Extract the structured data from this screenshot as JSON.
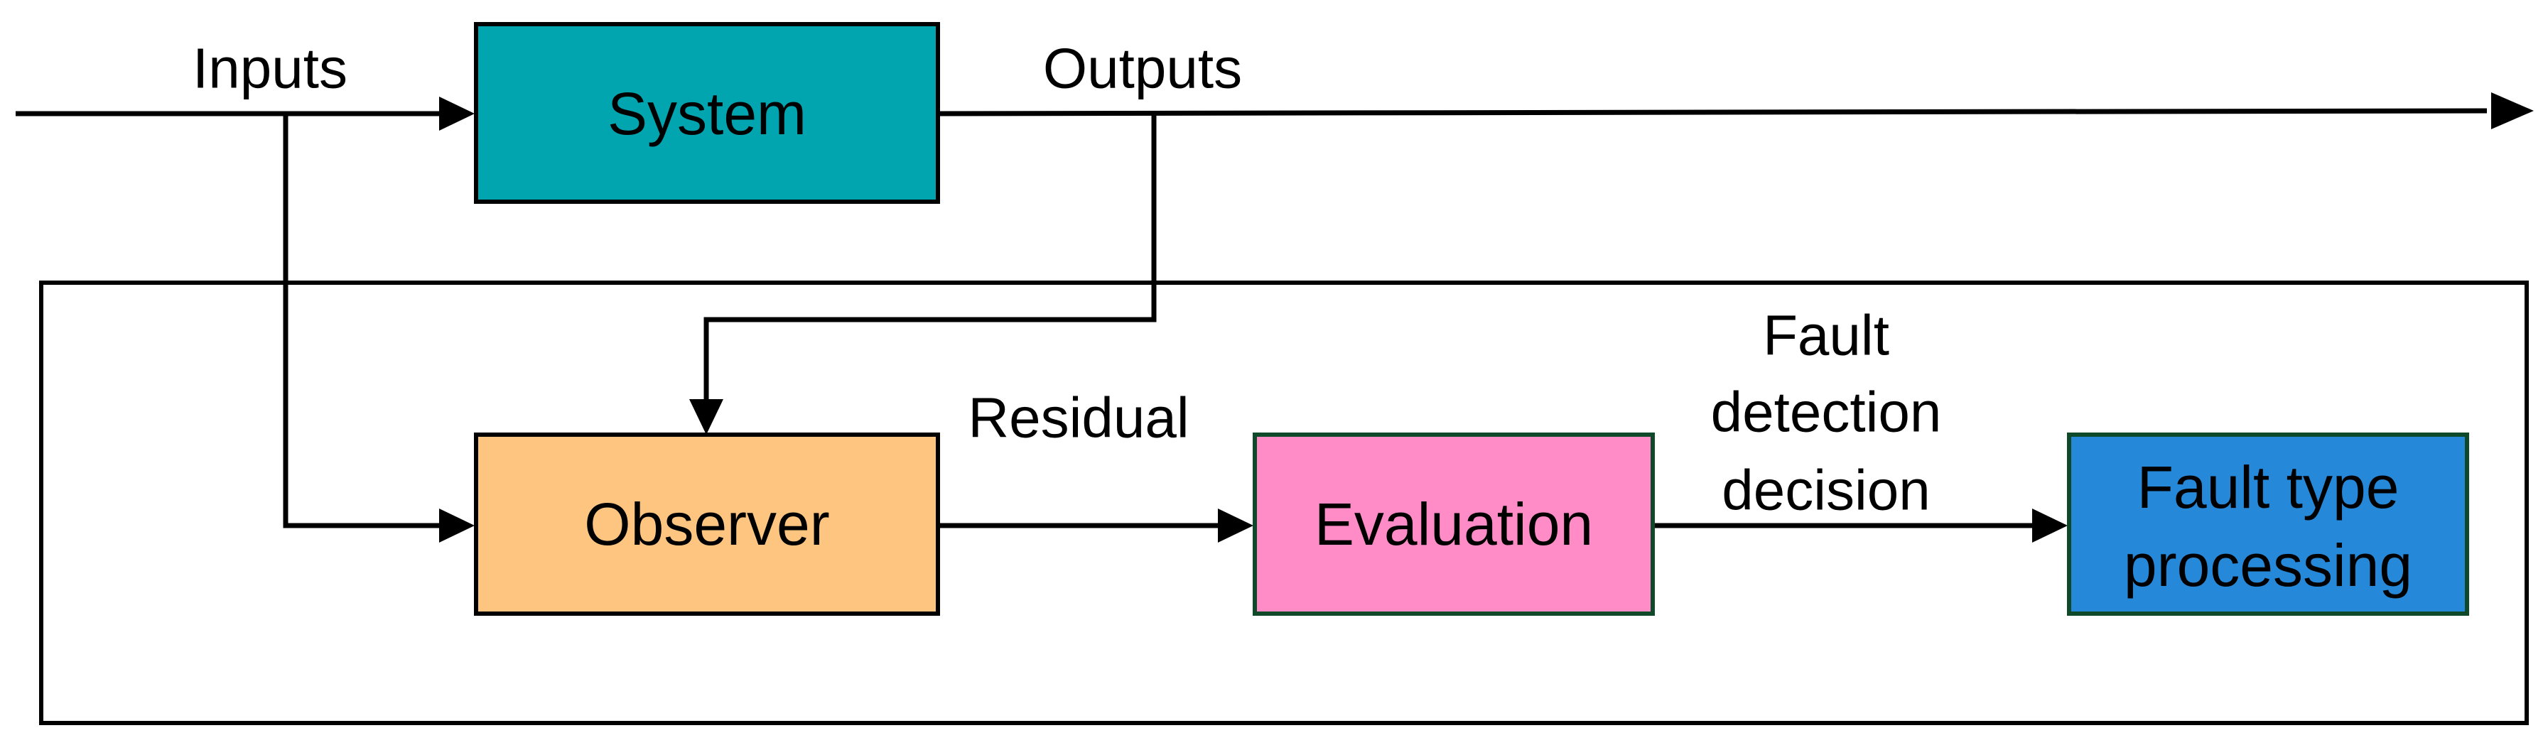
{
  "blocks": {
    "system": {
      "label": "System",
      "color": "#00A5B0"
    },
    "observer": {
      "label": "Observer",
      "color": "#FDC57F"
    },
    "evaluation": {
      "label": "Evaluation",
      "color": "#FF8CC6"
    },
    "fault_type": {
      "label_lines": [
        "Fault type",
        "processing"
      ],
      "color": "#2688D8"
    }
  },
  "labels": {
    "inputs": "Inputs",
    "outputs": "Outputs",
    "residual": "Residual",
    "fault_decision": [
      "Fault",
      "detection",
      "decision"
    ]
  },
  "colors": {
    "line": "#000000",
    "system_border": "#000000",
    "observer_border": "#000000",
    "evaluation_border": "#0E4A2A",
    "fault_type_border": "#0E4A2A"
  }
}
